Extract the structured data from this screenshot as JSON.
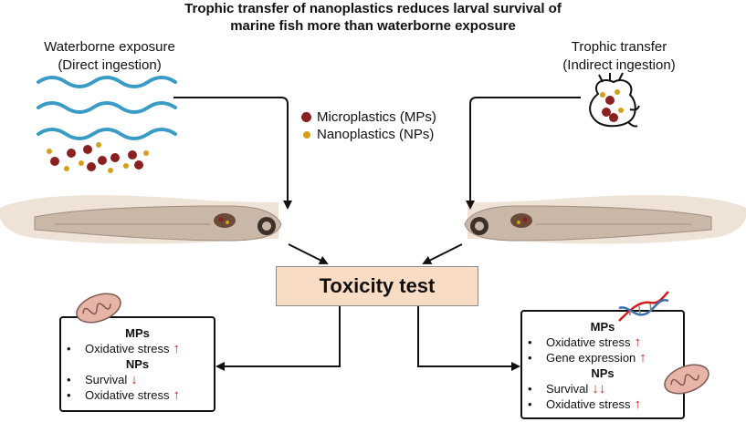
{
  "title": {
    "line1": "Trophic transfer of nanoplastics reduces larval survival of",
    "line2": "marine fish more than waterborne exposure"
  },
  "left_source": {
    "line1": "Waterborne exposure",
    "line2": "(Direct ingestion)"
  },
  "right_source": {
    "line1": "Trophic transfer",
    "line2": "(Indirect ingestion)"
  },
  "legend": {
    "mps": {
      "label": "Microplastics (MPs)",
      "color": "#8b2020"
    },
    "nps": {
      "label": "Nanoplastics (NPs)",
      "color": "#d4a017"
    }
  },
  "toxicity_label": "Toxicity test",
  "left_panel": {
    "mps_header": "MPs",
    "mps_items": [
      {
        "text": "Oxidative stress",
        "arrow": "↑"
      }
    ],
    "nps_header": "NPs",
    "nps_items": [
      {
        "text": "Survival",
        "arrow": "↓"
      },
      {
        "text": "Oxidative stress",
        "arrow": "↑"
      }
    ]
  },
  "right_panel": {
    "mps_header": "MPs",
    "mps_items": [
      {
        "text": "Oxidative stress",
        "arrow": "↑"
      },
      {
        "text": "Gene expression",
        "arrow": "↑"
      }
    ],
    "nps_header": "NPs",
    "nps_items": [
      {
        "text": "Survival",
        "arrow": "↓↓"
      },
      {
        "text": "Oxidative stress",
        "arrow": "↑"
      }
    ]
  },
  "bullet": "•",
  "colors": {
    "water": "#3a9bc6",
    "toxicity_fill": "#f8dcc4",
    "arrow_red": "#d01c1c",
    "fish_body": "#c9b8a8",
    "fish_fin": "#efe3d7"
  }
}
